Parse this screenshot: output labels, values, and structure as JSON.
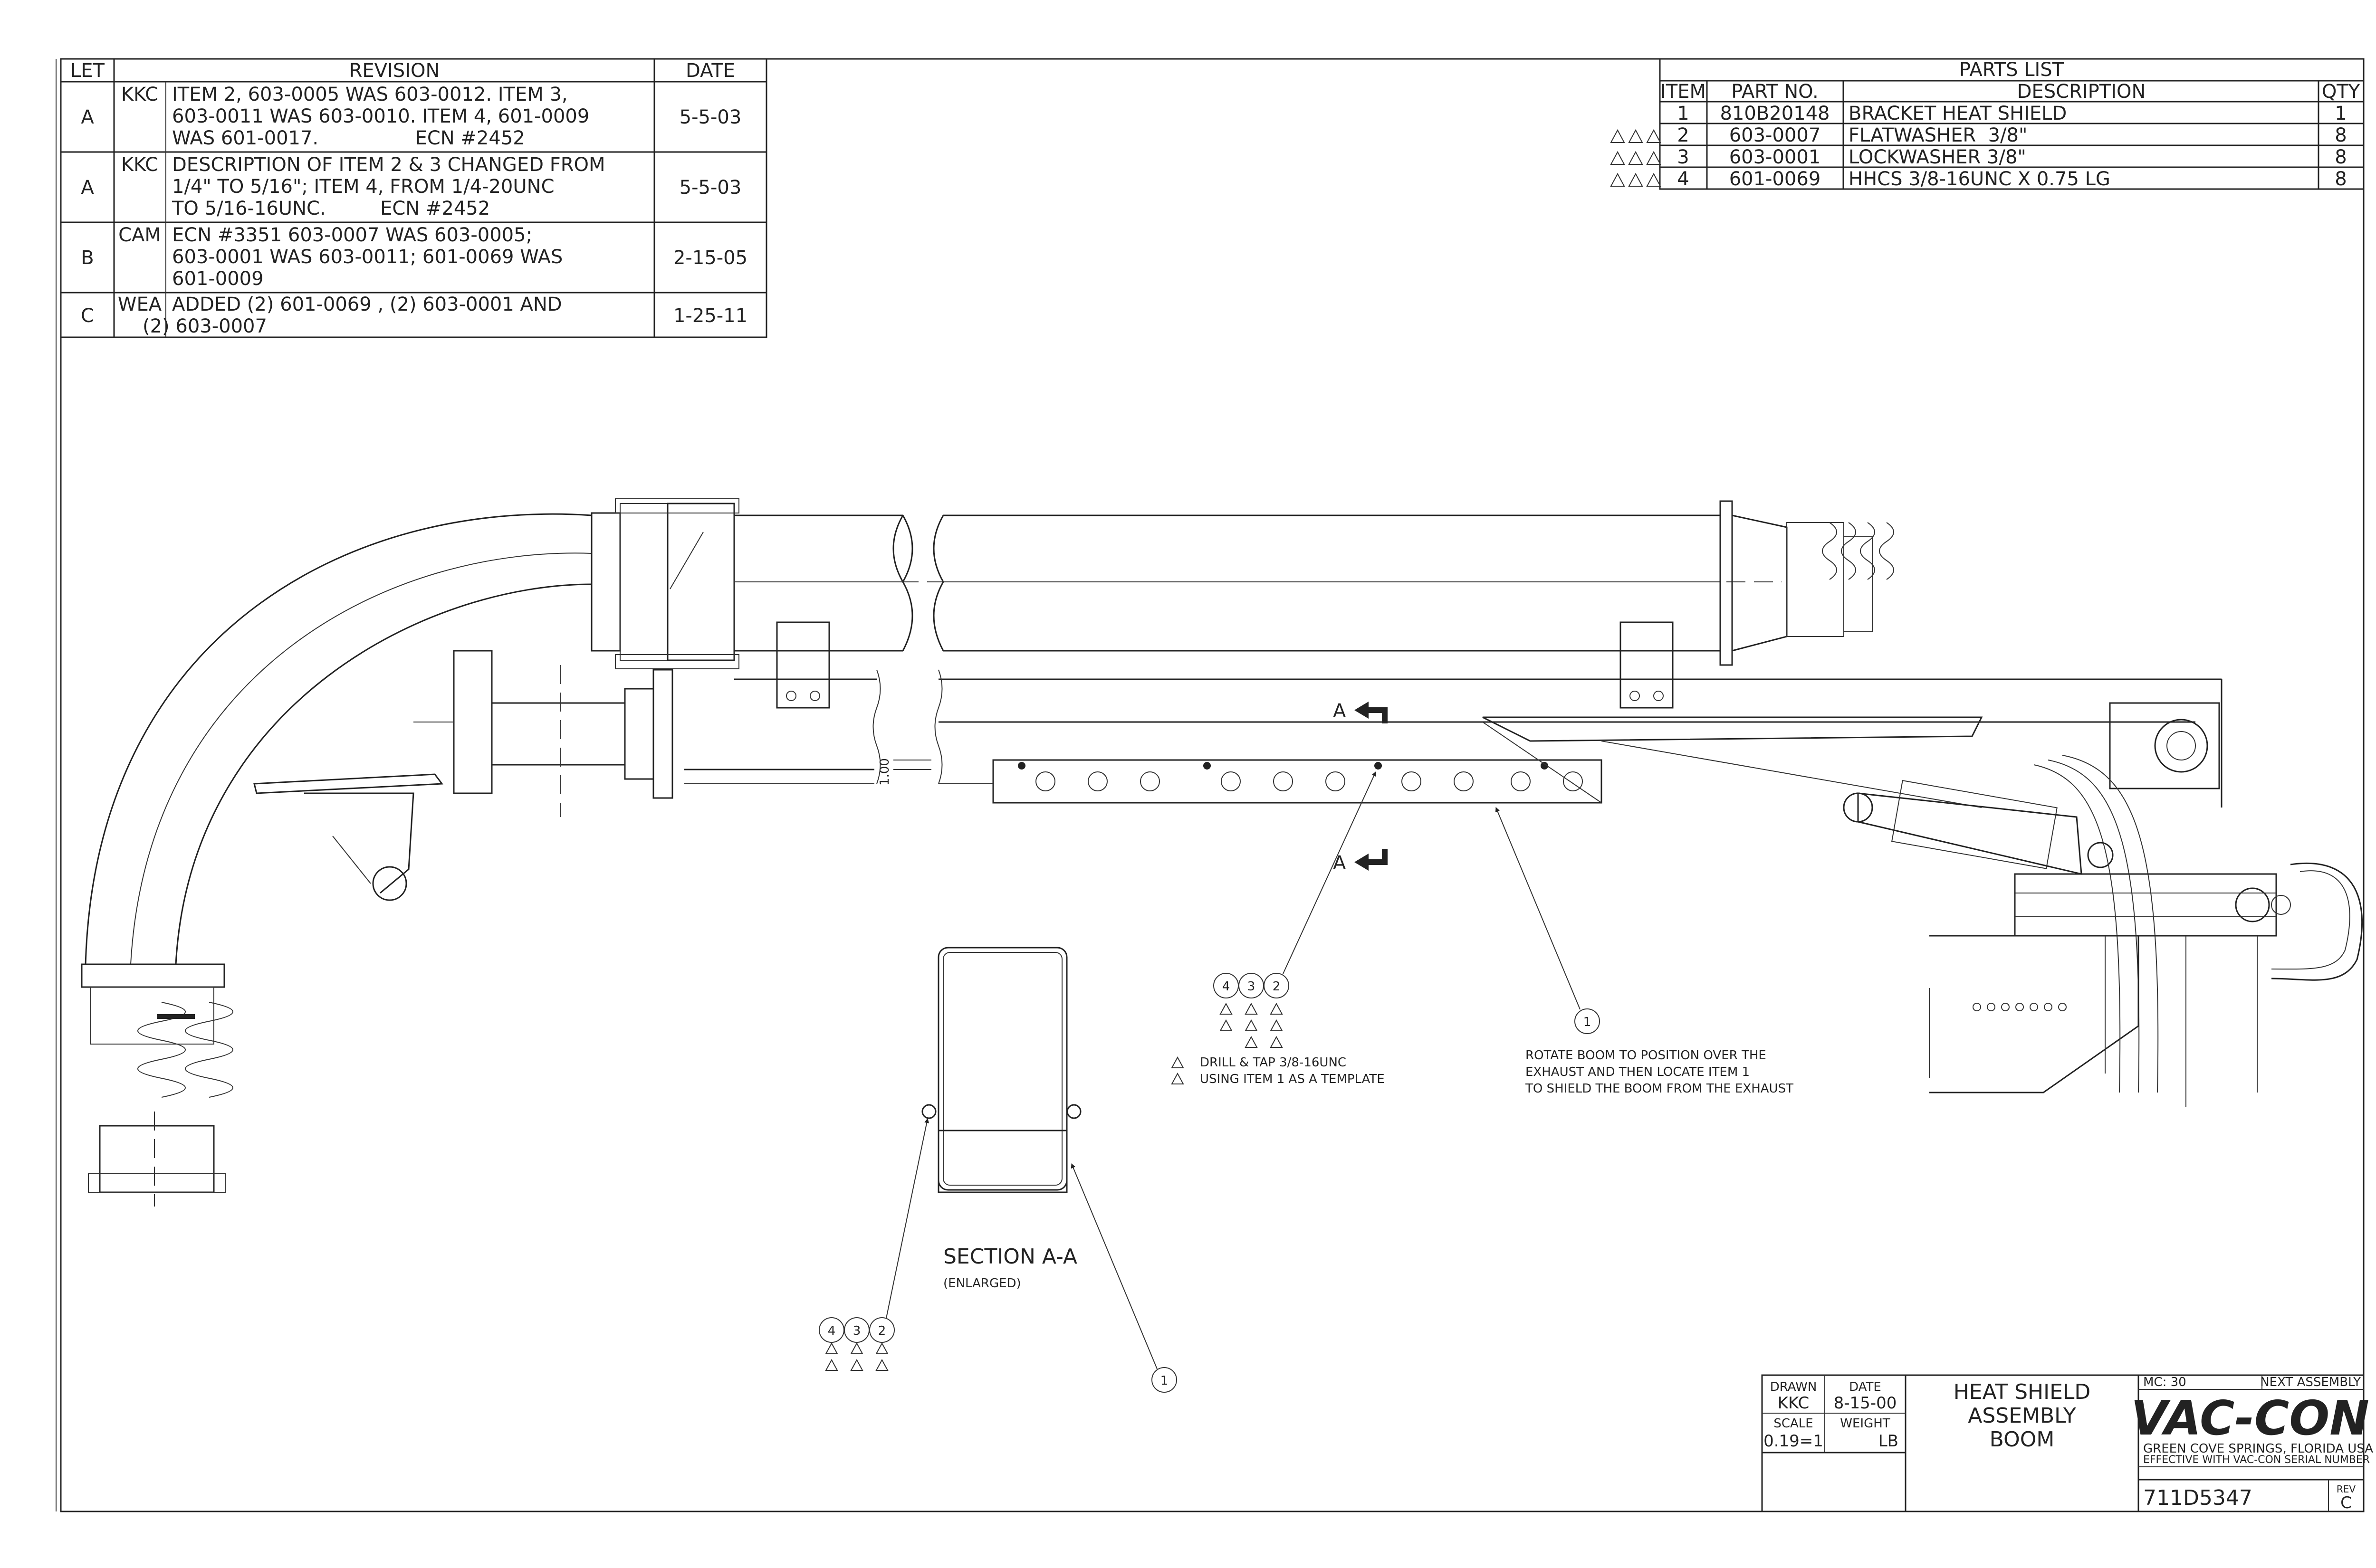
{
  "revision_table": {
    "headers": {
      "let": "LET",
      "revision": "REVISION",
      "date": "DATE"
    },
    "rows": [
      {
        "let": "A",
        "by": "KKC",
        "lines": [
          "ITEM 2, 603-0005 WAS 603-0012. ITEM 3,",
          "603-0011 WAS 603-0010. ITEM 4, 601-0009",
          "WAS 601-0017.                ECN #2452"
        ],
        "date": "5-5-03"
      },
      {
        "let": "A",
        "by": "KKC",
        "lines": [
          "DESCRIPTION OF ITEM 2 & 3 CHANGED FROM",
          "1/4\" TO 5/16\";  ITEM 4, FROM 1/4-20UNC",
          "TO 5/16-16UNC.         ECN #2452"
        ],
        "date": "5-5-03"
      },
      {
        "let": "B",
        "by": "CAM",
        "lines": [
          "ECN #3351 603-0007 WAS 603-0005;",
          "603-0001 WAS 603-0011; 601-0069 WAS",
          "601-0009"
        ],
        "date": "2-15-05"
      },
      {
        "let": "C",
        "by": "WEA",
        "lines": [
          "ADDED (2) 601-0069 , (2) 603-0001 AND",
          "(2) 603-0007"
        ],
        "date": "1-25-11"
      }
    ]
  },
  "parts_list": {
    "title": "PARTS LIST",
    "headers": {
      "item": "ITEM",
      "part_no": "PART NO.",
      "description": "DESCRIPTION",
      "qty": "QTY"
    },
    "rows": [
      {
        "item": "1",
        "part_no": "810B20148",
        "description": "BRACKET HEAT SHIELD",
        "qty": "1"
      },
      {
        "item": "2",
        "part_no": "603-0007",
        "description": "FLATWASHER  3/8\"",
        "qty": "8"
      },
      {
        "item": "3",
        "part_no": "603-0001",
        "description": "LOCKWASHER 3/8\"",
        "qty": "8"
      },
      {
        "item": "4",
        "part_no": "601-0069",
        "description": "HHCS 3/8-16UNC X 0.75 LG",
        "qty": "8"
      }
    ]
  },
  "annotations": {
    "section_marker": "A",
    "dimension": "1.00",
    "balloon_1": "1",
    "balloon_2": "2",
    "balloon_3": "3",
    "balloon_4": "4",
    "rev_a": "A",
    "rev_b": "B",
    "rev_c": "C",
    "drill_note": [
      "DRILL & TAP 3/8-16UNC",
      "USING ITEM 1 AS A TEMPLATE"
    ],
    "rotate_note": [
      "ROTATE BOOM TO POSITION OVER THE",
      "EXHAUST AND THEN LOCATE ITEM 1",
      "TO SHIELD THE BOOM FROM THE EXHAUST"
    ],
    "section_title": "SECTION A-A",
    "section_subtitle": "(ENLARGED)"
  },
  "title_block": {
    "drawn_label": "DRAWN",
    "drawn_value": "KKC",
    "date_label": "DATE",
    "date_value": "8-15-00",
    "scale_label": "SCALE",
    "scale_value": "0.19=1",
    "weight_label": "WEIGHT",
    "weight_unit": "LB",
    "title_lines": [
      "HEAT SHIELD",
      "ASSEMBLY",
      "BOOM"
    ],
    "mc": "MC: 30",
    "next_assembly": "NEXT ASSEMBLY",
    "company": "VAC-CON",
    "location": "GREEN COVE SPRINGS, FLORIDA USA",
    "effective": "EFFECTIVE WITH VAC-CON SERIAL NUMBER",
    "drawing_number": "711D5347",
    "rev_label": "REV",
    "rev_value": "C"
  }
}
